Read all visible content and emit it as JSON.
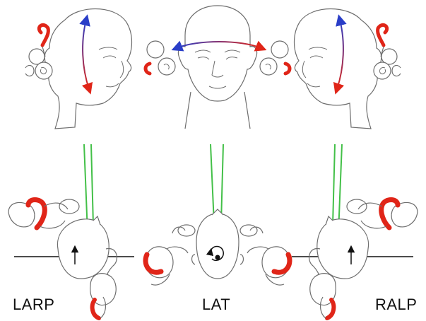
{
  "labels": {
    "left": "LARP",
    "center": "LAT",
    "right": "RALP"
  },
  "colors": {
    "outline": "#6e6e6e",
    "canal_highlight": "#e02518",
    "canal_outline": "#4a4a4a",
    "rotation_start": "#2a3ec8",
    "rotation_end": "#e02518",
    "string": "#43c048",
    "head_fill": "#ffffff",
    "axis_line": "#111111"
  },
  "icons": {
    "rotation_axis": "arrow-up-icon",
    "rotation_direction": "curved-arrow-icon"
  }
}
